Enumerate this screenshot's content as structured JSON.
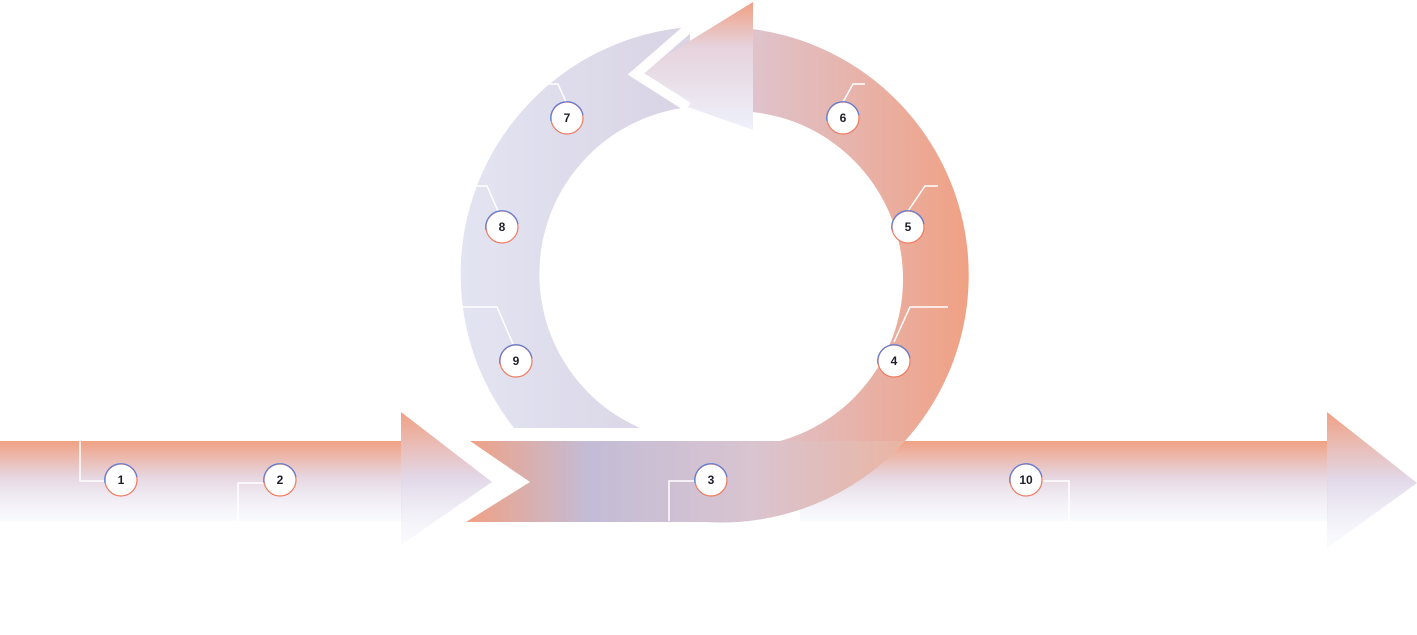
{
  "colors": {
    "salmon": "#f0a184",
    "lavender": "#dedff0",
    "pale_blue": "#eef1fb",
    "purple_gray": "#c2bdd6",
    "badge_blue": "#5b7fd9",
    "badge_red": "#ef7a60",
    "leader_line": "#ffffff"
  },
  "markers": {
    "m1": "1",
    "m2": "2",
    "m3": "3",
    "m4": "4",
    "m5": "5",
    "m6": "6",
    "m7": "7",
    "m8": "8",
    "m9": "9",
    "m10": "10"
  }
}
